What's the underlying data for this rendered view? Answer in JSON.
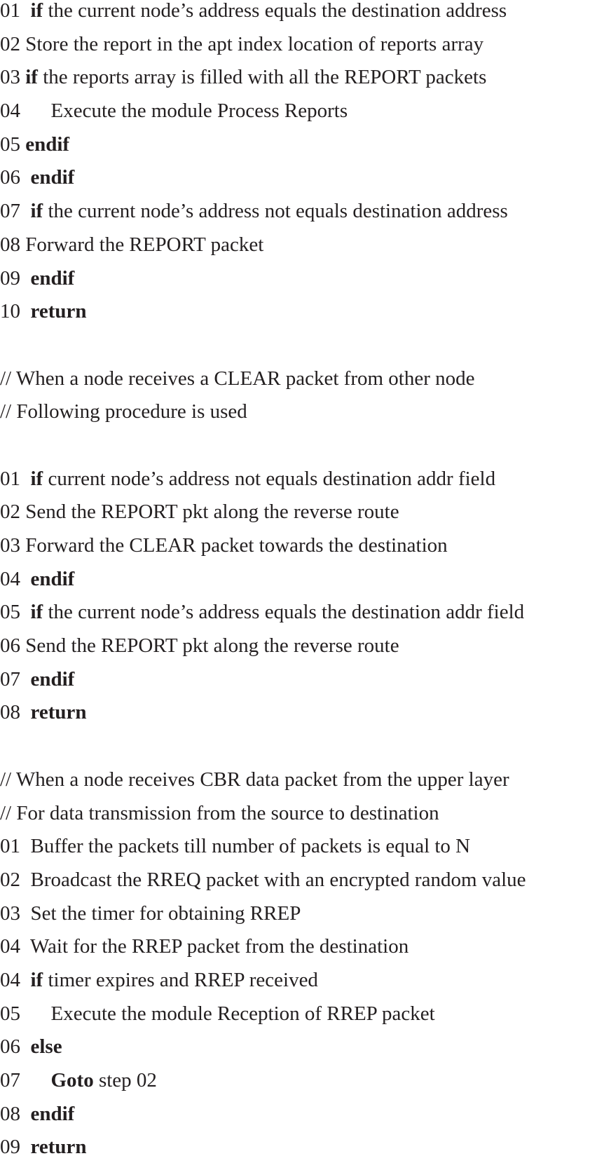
{
  "blocks": [
    {
      "lines": [
        {
          "num": "01",
          "sep": "  ",
          "indent": "",
          "kw": "if",
          "text": " the current node’s address equals the destination address"
        },
        {
          "num": "02",
          "sep": " ",
          "indent": "",
          "kw": "",
          "text": "Store the report in the apt index location of reports array"
        },
        {
          "num": "03",
          "sep": " ",
          "indent": "",
          "kw": "if",
          "text": " the reports array is filled with all the REPORT packets"
        },
        {
          "num": "04",
          "sep": "      ",
          "indent": "",
          "kw": "",
          "text": "Execute the module Process Reports"
        },
        {
          "num": "05",
          "sep": " ",
          "indent": "",
          "kw": "endif",
          "text": ""
        },
        {
          "num": "06",
          "sep": "  ",
          "indent": "",
          "kw": "endif",
          "text": ""
        },
        {
          "num": "07",
          "sep": "  ",
          "indent": "",
          "kw": "if",
          "text": " the current node’s address not equals destination address"
        },
        {
          "num": "08",
          "sep": " ",
          "indent": "",
          "kw": "",
          "text": "Forward the REPORT packet"
        },
        {
          "num": "09",
          "sep": "  ",
          "indent": "",
          "kw": "endif",
          "text": ""
        },
        {
          "num": "10",
          "sep": "  ",
          "indent": "",
          "kw": "return",
          "text": ""
        }
      ]
    },
    {
      "comments": [
        "// When a node receives a CLEAR packet from other node",
        "// Following procedure is used"
      ]
    },
    {
      "lines": [
        {
          "num": "01",
          "sep": "  ",
          "indent": "",
          "kw": "if",
          "text": " current node’s address not equals destination addr field"
        },
        {
          "num": "02",
          "sep": " ",
          "indent": "",
          "kw": "",
          "text": "Send the REPORT pkt along the reverse route"
        },
        {
          "num": "03",
          "sep": " ",
          "indent": "",
          "kw": "",
          "text": "Forward the CLEAR packet towards the destination"
        },
        {
          "num": "04",
          "sep": "  ",
          "indent": "",
          "kw": "endif",
          "text": ""
        },
        {
          "num": "05",
          "sep": "  ",
          "indent": "",
          "kw": "if",
          "text": " the current node’s address equals the destination addr field"
        },
        {
          "num": "06",
          "sep": " ",
          "indent": "",
          "kw": "",
          "text": "Send the REPORT pkt along the reverse route"
        },
        {
          "num": "07",
          "sep": "  ",
          "indent": "",
          "kw": "endif",
          "text": ""
        },
        {
          "num": "08",
          "sep": "  ",
          "indent": "",
          "kw": "return",
          "text": ""
        }
      ]
    },
    {
      "comments": [
        "// When a node receives CBR data packet from the upper layer",
        "// For data transmission from the source to destination"
      ],
      "lines": [
        {
          "num": "01",
          "sep": "  ",
          "indent": "",
          "kw": "",
          "text": "Buffer the packets till number of packets is equal to N"
        },
        {
          "num": "02",
          "sep": "  ",
          "indent": "",
          "kw": "",
          "text": "Broadcast the RREQ packet with an encrypted random value"
        },
        {
          "num": "03",
          "sep": "  ",
          "indent": "",
          "kw": "",
          "text": "Set the timer for obtaining RREP"
        },
        {
          "num": "04",
          "sep": "  ",
          "indent": "",
          "kw": "",
          "text": "Wait for the RREP packet from the destination"
        },
        {
          "num": "04",
          "sep": "  ",
          "indent": "",
          "kw": "if",
          "text": " timer expires and RREP received"
        },
        {
          "num": "05",
          "sep": "      ",
          "indent": "",
          "kw": "",
          "text": "Execute the module Reception of RREP packet"
        },
        {
          "num": "06",
          "sep": "  ",
          "indent": "",
          "kw": "else",
          "text": ""
        },
        {
          "num": "07",
          "sep": "      ",
          "indent": "",
          "kw": "Goto",
          "text": " step 02"
        },
        {
          "num": "08",
          "sep": "  ",
          "indent": "",
          "kw": "endif",
          "text": ""
        },
        {
          "num": "09",
          "sep": "  ",
          "indent": "",
          "kw": "return",
          "text": ""
        }
      ]
    }
  ]
}
